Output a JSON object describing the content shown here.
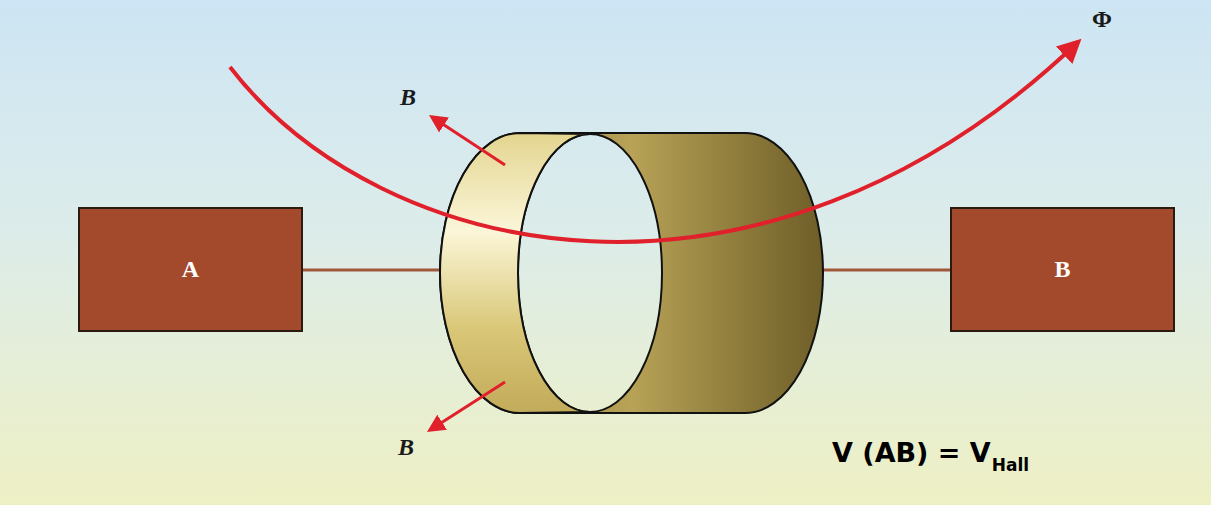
{
  "diagram": {
    "nodes": [
      {
        "text": [
          "A"
        ]
      },
      {
        "text": [
          "B"
        ]
      }
    ],
    "labels": [
      "B",
      "B",
      "Φ",
      "V (AB) = V",
      "Hall"
    ]
  }
}
